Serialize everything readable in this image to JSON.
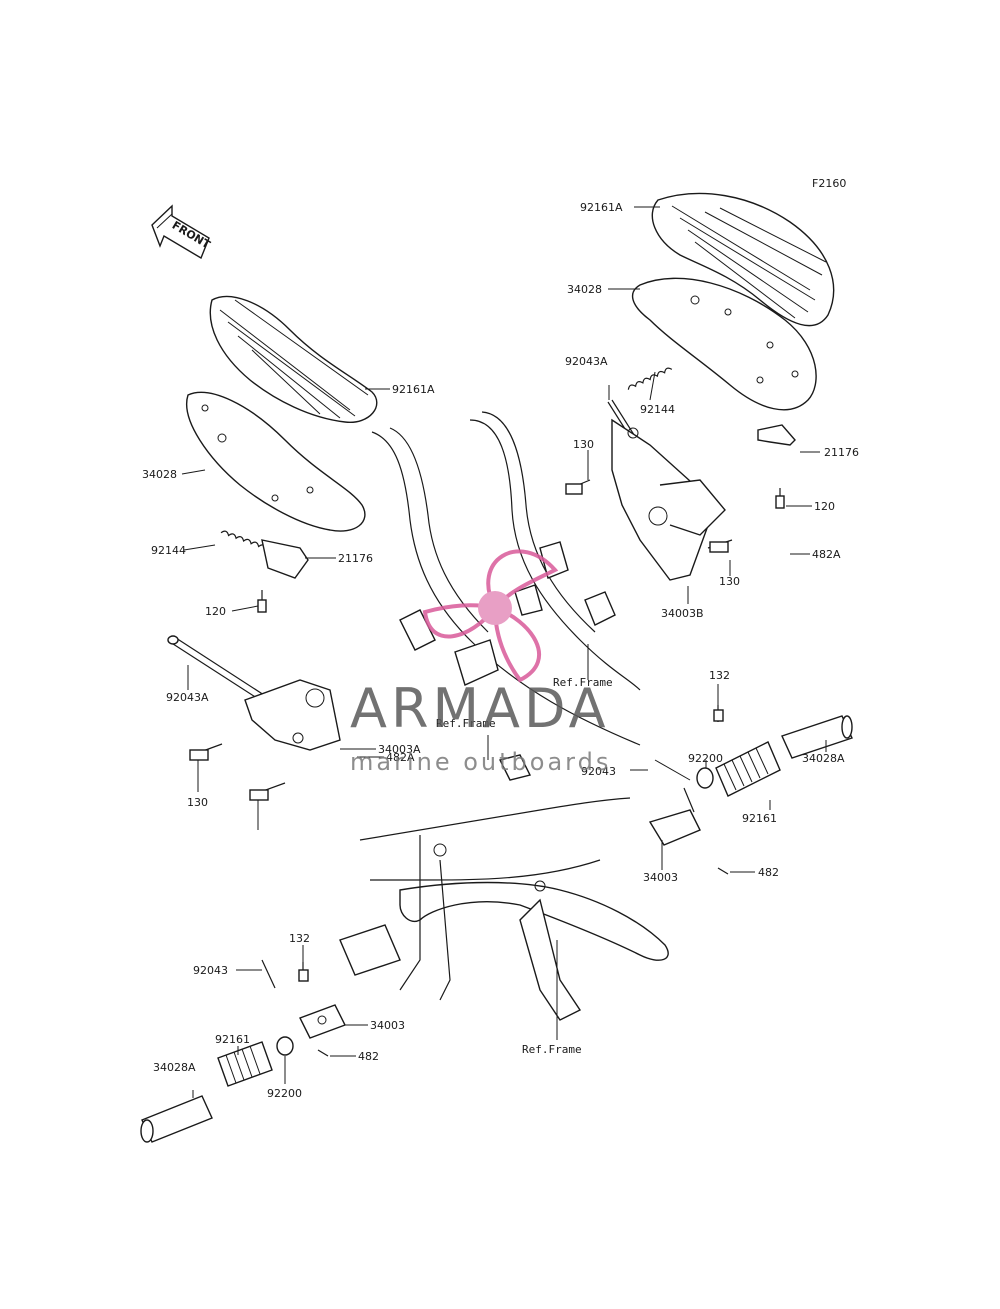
{
  "figure_code": "F2160",
  "front_arrow_label": "FRONT",
  "watermark": {
    "title": "ARMADA",
    "subtitle": "marine outboards",
    "accent_color": "#d95a9a"
  },
  "parts": [
    "92161A",
    "34028",
    "92043A",
    "92144",
    "130",
    "21176",
    "120",
    "482A",
    "34003B",
    "92161A",
    "34028",
    "92144",
    "21176",
    "120",
    "92043A",
    "130",
    "34003A",
    "482A",
    "130",
    "132",
    "92200",
    "34028A",
    "92161",
    "92043",
    "482",
    "34003",
    "132",
    "92043",
    "34003",
    "92161",
    "482",
    "34028A",
    "92200"
  ],
  "ref_labels": [
    "Ref.Frame",
    "Ref.Frame",
    "Ref.Frame"
  ]
}
